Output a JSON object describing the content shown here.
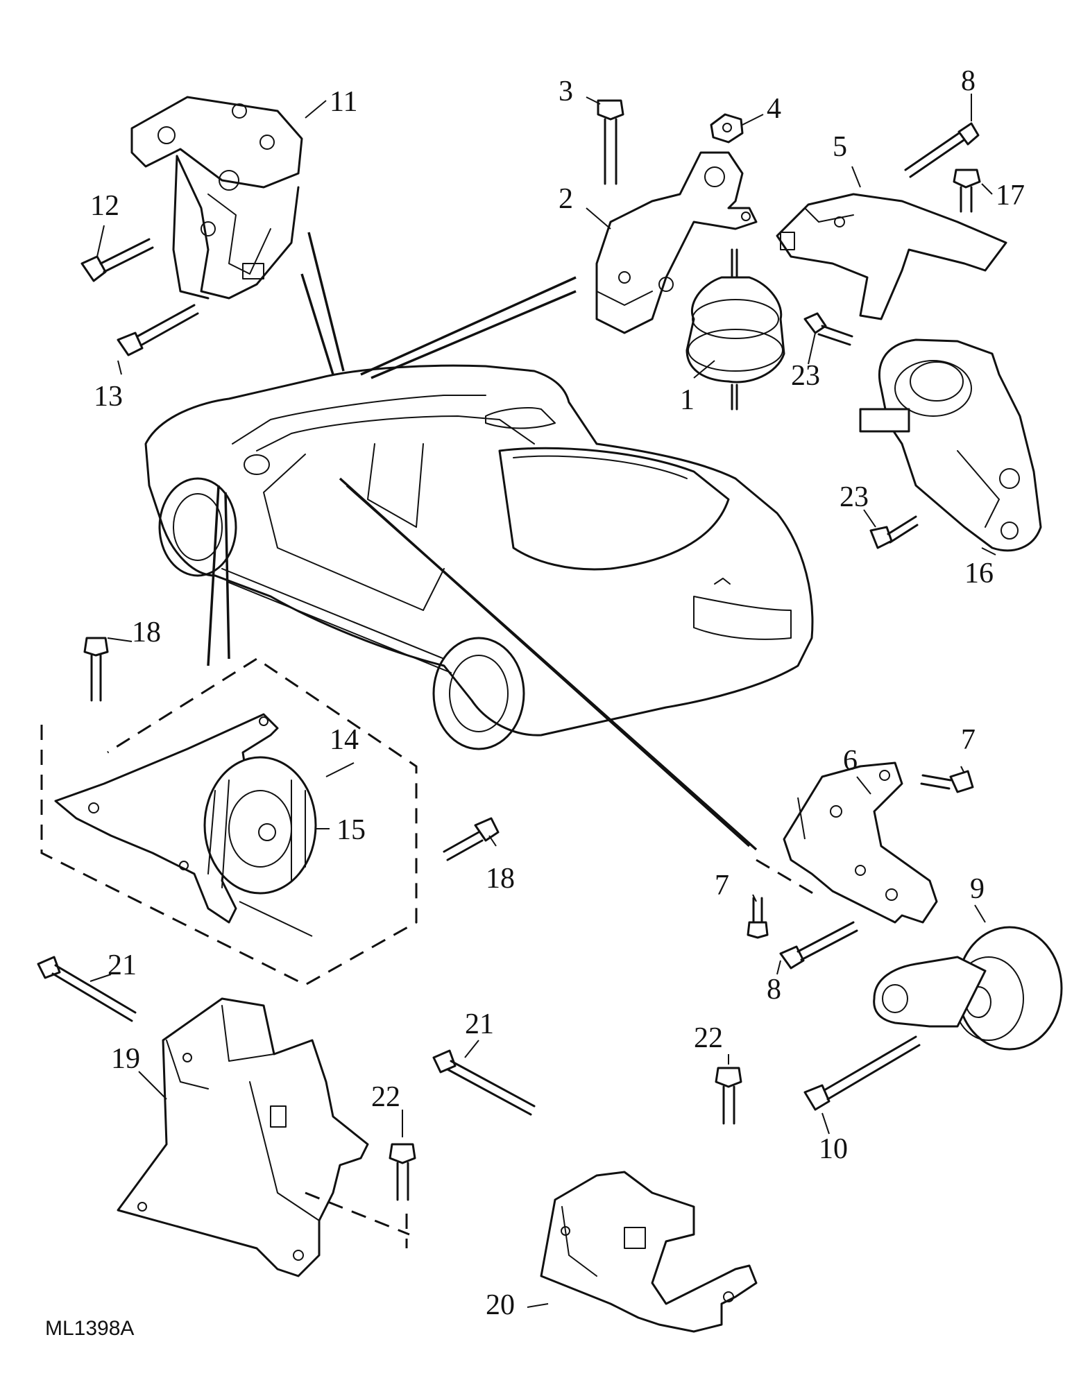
{
  "drawing_ref": "ML1398A",
  "callouts": {
    "c1": "1",
    "c2": "2",
    "c3": "3",
    "c4": "4",
    "c5": "5",
    "c6": "6",
    "c7a": "7",
    "c7b": "7",
    "c8a": "8",
    "c8b": "8",
    "c9": "9",
    "c10": "10",
    "c11": "11",
    "c12": "12",
    "c13": "13",
    "c14": "14",
    "c15": "15",
    "c16": "16",
    "c17": "17",
    "c18a": "18",
    "c18b": "18",
    "c19": "19",
    "c20": "20",
    "c21a": "21",
    "c21b": "21",
    "c22a": "22",
    "c22b": "22",
    "c23a": "23",
    "c23b": "23"
  }
}
